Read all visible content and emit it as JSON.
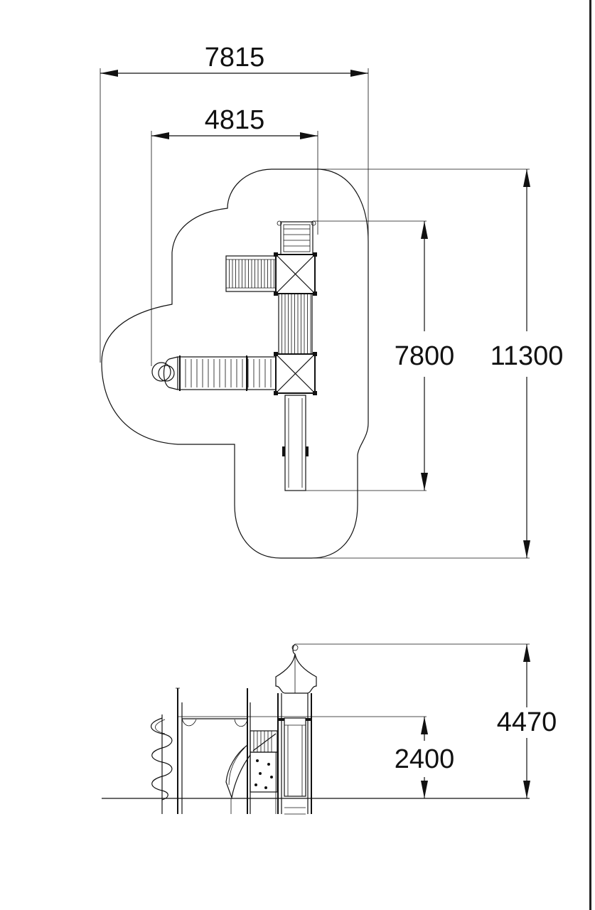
{
  "plan_view": {
    "overall_width": "7815",
    "platform_width": "4815",
    "platform_length": "7800",
    "overall_length": "11300"
  },
  "elevation_view": {
    "platform_height": "2400",
    "total_height": "4470"
  }
}
